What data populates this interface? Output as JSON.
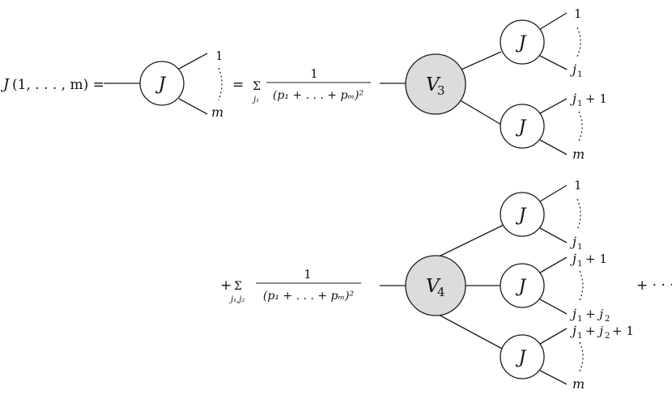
{
  "lhs": {
    "prefix": "J",
    "args": "(1, . . . , m) ="
  },
  "blob_label": "J",
  "vertex_labels": {
    "three": "V",
    "three_sub": "3",
    "four": "V",
    "four_sub": "4"
  },
  "leg_labels": {
    "one": "1",
    "m": "m",
    "j1": "j",
    "j1_sub": "1",
    "j1_plus_1": "+ 1",
    "j1_plus_j2": "+ j",
    "j2_sub": "2",
    "j1_plus_j2_plus_1": "+ 1"
  },
  "sums": {
    "eq_sign": "=",
    "plus_sign": "+",
    "sigma": "Σ",
    "index1": "j₁",
    "index2": "j₁,j₂",
    "numerator": "1",
    "denominator": "(p₁ + . . . + pₘ)²"
  },
  "trailing": "+ · · ·",
  "colors": {
    "line": "#1a1a1a",
    "vertex_fill": "#dcdcdc",
    "blob_fill": "#ffffff"
  }
}
